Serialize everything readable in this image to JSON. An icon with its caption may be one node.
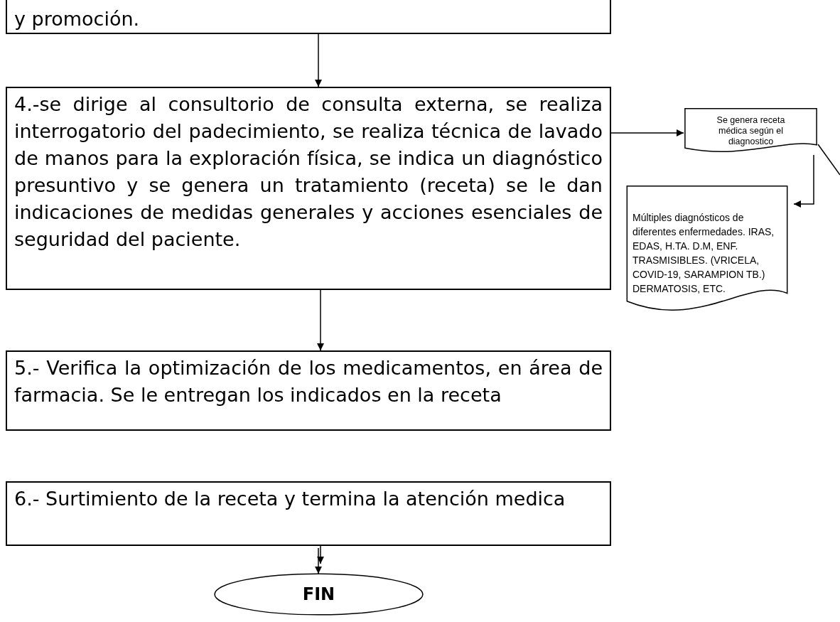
{
  "diagram": {
    "nodes": [
      {
        "text": [
          "y promoción."
        ]
      },
      {
        "text": [
          "4.-se dirige al consultorio de consulta externa, se realiza interrogatorio del padecimiento, se realiza técnica de lavado de manos para la exploración física, se indica un diagnóstico presuntivo y se genera un tratamiento (receta) se le dan indicaciones de medidas generales y acciones esenciales de seguridad del paciente."
        ]
      },
      {
        "text": [
          "Se genera receta médica según el diagnostico"
        ]
      },
      {
        "text": [
          "Múltiples diagnósticos  de diferentes enfermedades. IRAS, EDAS, H.TA. D.M, ENF. TRASMISIBLES. (VRICELA, COVID-19, SARAMPION TB.) DERMATOSIS,  ETC."
        ]
      },
      {
        "text": [
          "5.- Verifica la optimización de los medicamentos, en área de farmacia. Se le entregan los indicados en la receta"
        ]
      },
      {
        "text": [
          "6.- Surtimiento de la receta y termina la atención medica"
        ]
      },
      {
        "text": [
          "FIN"
        ]
      }
    ],
    "edges": [
      {
        "from": 0,
        "to": 1,
        "arrow": "to"
      },
      {
        "from": 1,
        "to": 2,
        "arrow": "to"
      },
      {
        "from": 2,
        "to": 3,
        "arrow": "to"
      },
      {
        "from": 1,
        "to": 4,
        "arrow": "to"
      },
      {
        "from": 5,
        "to": 6,
        "arrow": "to"
      },
      {
        "from": 5,
        "to": 6,
        "arrow": "to"
      },
      {
        "from": 2,
        "to": null,
        "arrow": "none"
      }
    ]
  }
}
